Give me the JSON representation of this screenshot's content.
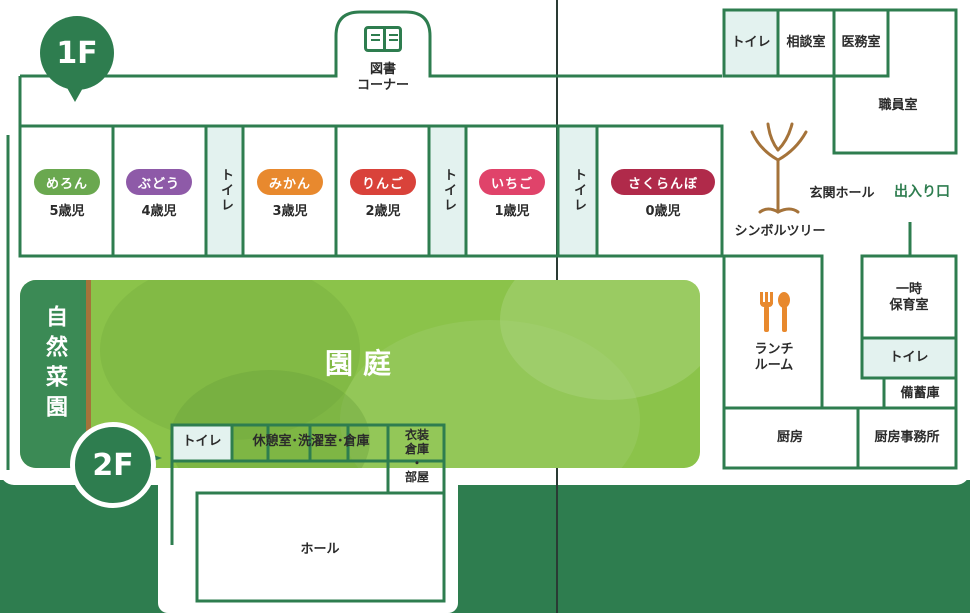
{
  "floors": {
    "first": "1F",
    "second": "2F"
  },
  "library_corner": "図書\nコーナー",
  "classrooms": [
    {
      "pill": "めろん",
      "age": "5歳児",
      "color": "#6aa84f"
    },
    {
      "pill": "ぶどう",
      "age": "4歳児",
      "color": "#8e5aa8"
    },
    {
      "pill": "みかん",
      "age": "3歳児",
      "color": "#e8892e"
    },
    {
      "pill": "りんご",
      "age": "2歳児",
      "color": "#d9423a"
    },
    {
      "pill": "いちご",
      "age": "1歳児",
      "color": "#e0436a"
    },
    {
      "pill": "さくらんぼ",
      "age": "0歳児",
      "color": "#b02a4a"
    }
  ],
  "toilet": "トイレ",
  "toilet_vertical": "トイレ",
  "rooms_top_right": {
    "consultation": "相談室",
    "medical": "医務室",
    "staff": "職員室"
  },
  "entrance_hall": "玄関ホール",
  "entrance": "出入り口",
  "symbol_tree": "シンボルツリー",
  "temp_care": "一時\n保育室",
  "lunch_room": "ランチ\nルーム",
  "storage": "備蓄庫",
  "kitchen": "厨房",
  "kitchen_office": "厨房事務所",
  "garden": "園庭",
  "vegetable_garden": "自然菜園",
  "second_floor": {
    "rest_laundry": "休憩室･洗濯室･倉庫",
    "costume_room": "衣装\n倉庫\n・\n部屋",
    "hall": "ホール"
  },
  "colors": {
    "wall": "#2e7d4f",
    "toilet_fill": "#e3f2ef",
    "garden": "#8bc34a",
    "band": "#2e7d4f"
  }
}
